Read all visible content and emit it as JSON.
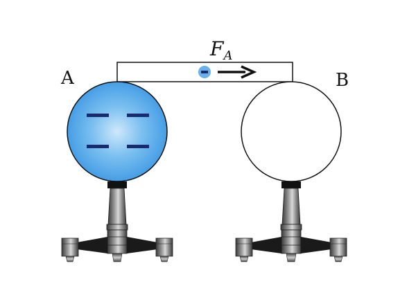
{
  "labels": {
    "sphere_a": "A",
    "sphere_b": "B",
    "force": "F",
    "force_subscript": "A"
  },
  "sphere_a": {
    "charge_marks": 4,
    "fill_color": "#3b97e3",
    "highlight_color": "#cfe8fb"
  },
  "sphere_b": {
    "fill_color": "#ffffff"
  },
  "electron": {
    "fill_color": "#6ab0ea",
    "symbol_color": "#1a2a6e"
  },
  "charge_mark_color": "#1a2a6e",
  "arrow_color": "#111111"
}
